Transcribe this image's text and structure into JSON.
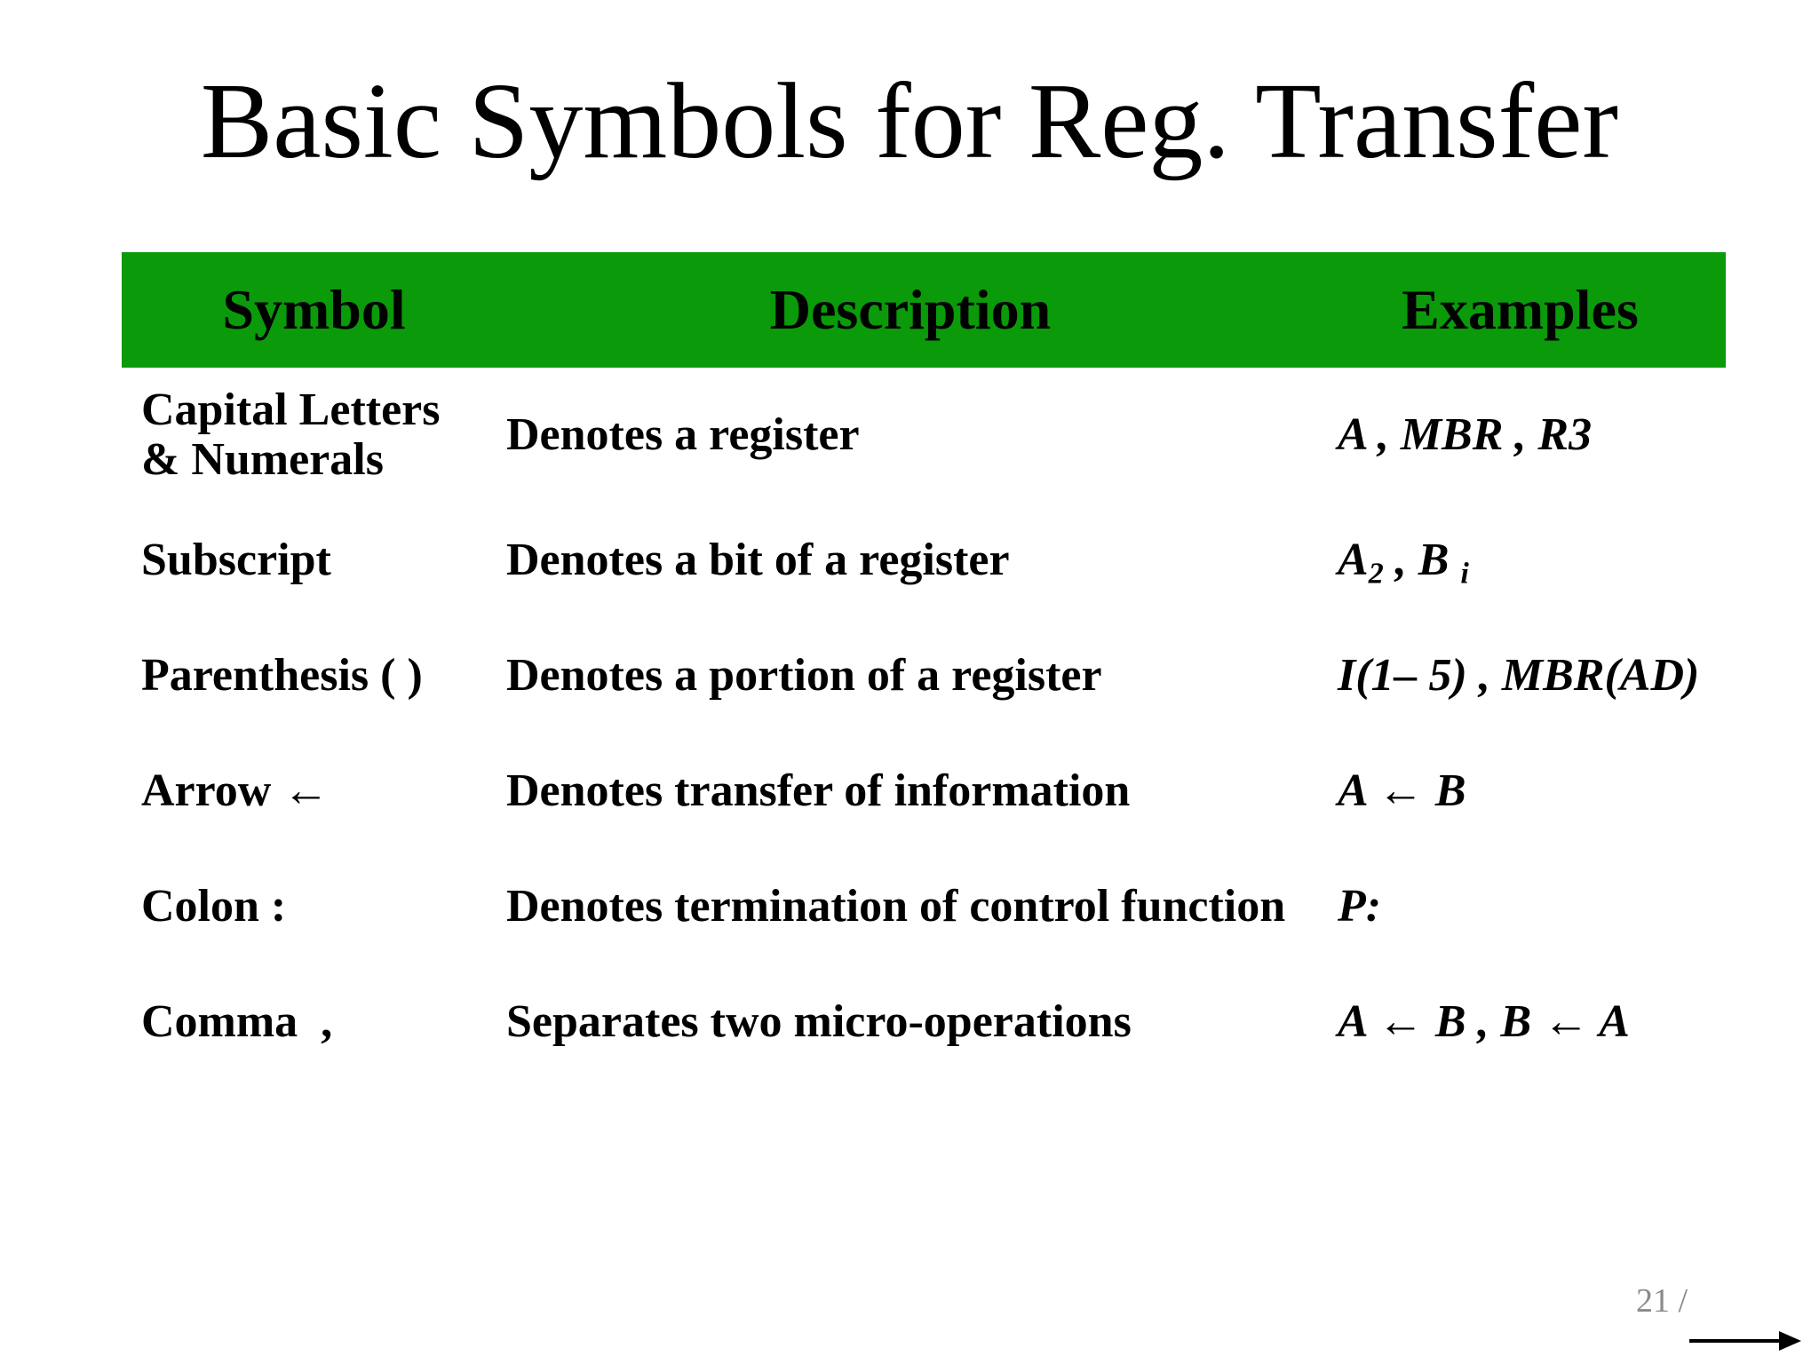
{
  "slide": {
    "title": "Basic Symbols for Reg. Transfer",
    "page_number": "21 /",
    "next_arrow_icon": "right-arrow",
    "colors": {
      "header_green": "#0a9a0a",
      "text_black": "#000000",
      "page_number_gray": "#8a8a8a",
      "background": "#ffffff"
    }
  },
  "table": {
    "headers": [
      "Symbol",
      "Description",
      "Examples"
    ],
    "rows": [
      {
        "symbol_lines": [
          "Capital Letters",
          "& Numerals"
        ],
        "description": "Denotes a register",
        "example_parts": [
          {
            "text": "A , MBR , R3",
            "sub": false
          }
        ]
      },
      {
        "symbol_lines": [
          "Subscript"
        ],
        "description": "Denotes a bit of a register",
        "example_parts": [
          {
            "text": "A",
            "sub": false
          },
          {
            "text": "2",
            "sub": true
          },
          {
            "text": " , B ",
            "sub": false
          },
          {
            "text": "i",
            "sub": true
          }
        ]
      },
      {
        "symbol_lines": [
          "Parenthesis ( )"
        ],
        "description": "Denotes a portion of a register",
        "example_parts": [
          {
            "text": "I(1– 5) , MBR(AD)",
            "sub": false
          }
        ]
      },
      {
        "symbol_lines": [
          "Arrow ←"
        ],
        "description": "Denotes transfer of information",
        "example_parts": [
          {
            "text": "A ← B",
            "sub": false
          }
        ]
      },
      {
        "symbol_lines": [
          "Colon :"
        ],
        "description": "Denotes termination of control function",
        "example_parts": [
          {
            "text": "P:",
            "sub": false
          }
        ]
      },
      {
        "symbol_lines": [
          "Comma  ,"
        ],
        "description": "Separates two micro-operations",
        "example_parts": [
          {
            "text": "A ← B , B ← A",
            "sub": false
          }
        ]
      }
    ]
  }
}
